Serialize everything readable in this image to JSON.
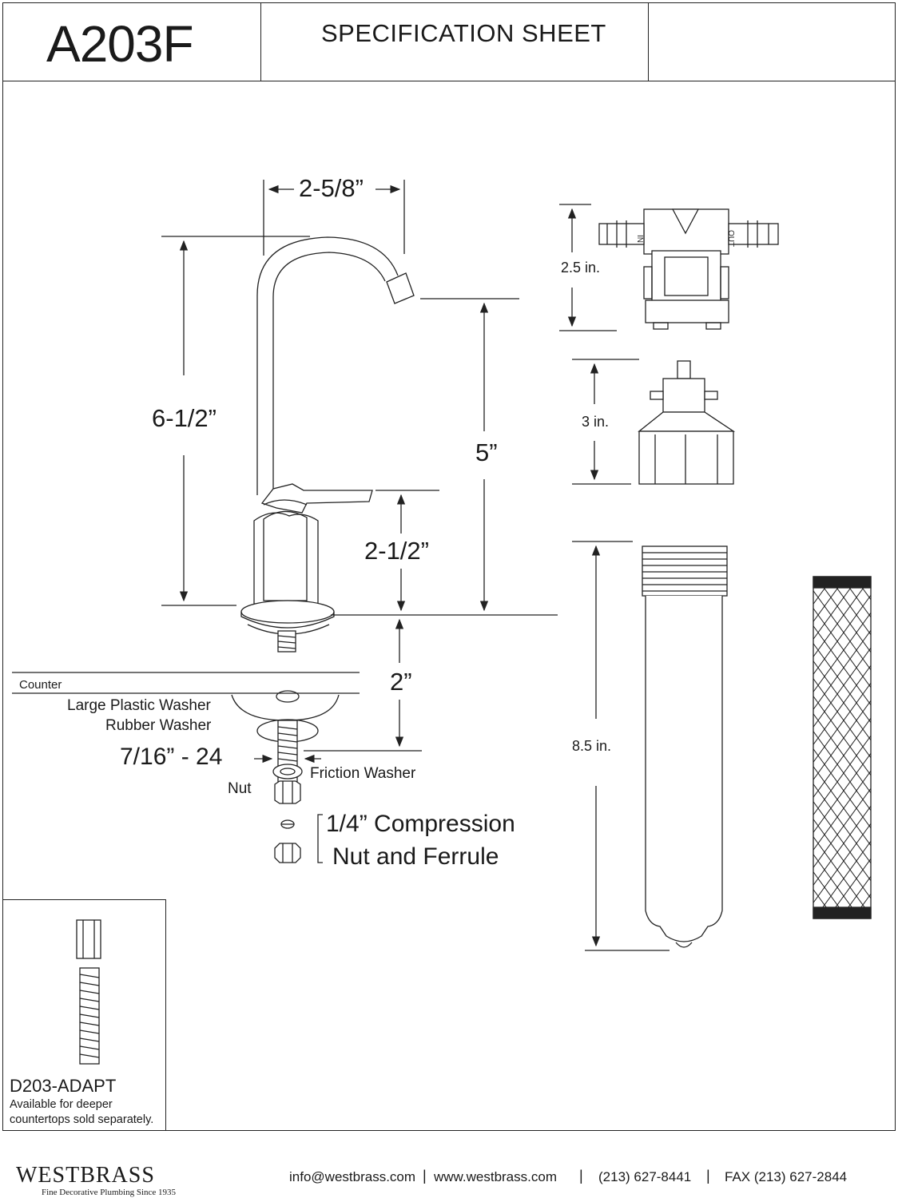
{
  "header": {
    "model": "A203F",
    "title": "SPECIFICATION SHEET"
  },
  "faucet": {
    "dims": {
      "spout_reach": "2-5/8”",
      "overall_height": "6-1/2”",
      "spout_height": "5”",
      "base_height": "2-1/2”",
      "shank_length": "2”"
    },
    "counter_label": "Counter",
    "parts": {
      "large_washer": "Large Plastic Washer",
      "rubber_washer": "Rubber Washer",
      "thread": "7/16” - 24",
      "friction_washer": "Friction Washer",
      "nut": "Nut",
      "compression_line1": "1/4” Compression",
      "compression_line2": "Nut and Ferrule"
    }
  },
  "filter": {
    "head_height": "2.5 in.",
    "cap_height": "3 in.",
    "housing_height": "8.5 in.",
    "in_mark": "IN",
    "out_mark": "OUT"
  },
  "adapter": {
    "name": "D203-ADAPT",
    "note_line1": "Available for deeper",
    "note_line2": "countertops sold separately."
  },
  "footer": {
    "brand": "WESTBRASS",
    "tagline": "Fine Decorative Plumbing Since 1935",
    "email": "info@westbrass.com",
    "web": "www.westbrass.com",
    "phone": "(213) 627-8441",
    "fax": "FAX (213) 627-2844"
  }
}
